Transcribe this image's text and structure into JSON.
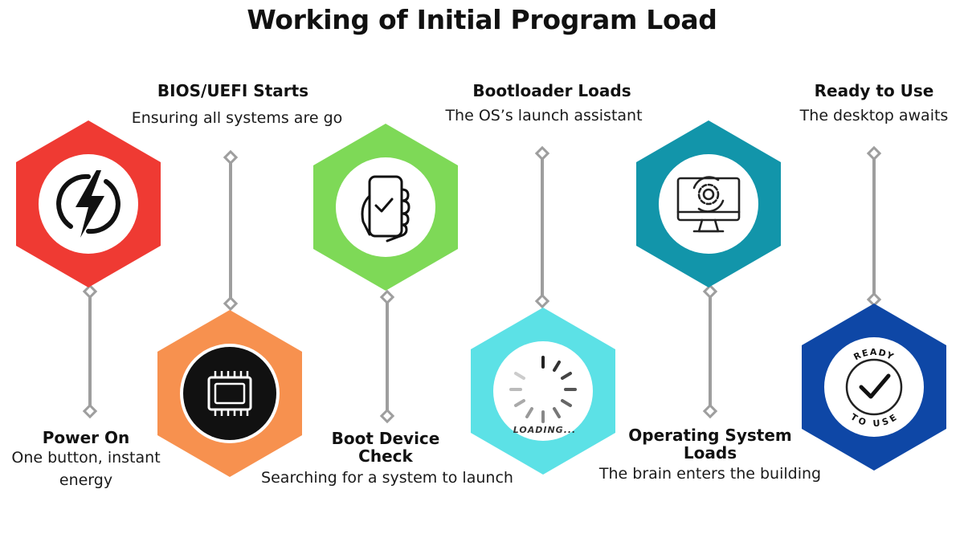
{
  "title": "Working of Initial Program Load",
  "colors": {
    "power_on": "#ef3a33",
    "bios": "#f7914f",
    "boot_device": "#7ed957",
    "bootloader": "#5ce1e6",
    "os_loads": "#1295aa",
    "ready": "#0e47a6",
    "connector": "#9e9e9e"
  },
  "steps": [
    {
      "title": "Power On",
      "description": "One button, instant energy",
      "icon": "power-bolt-icon"
    },
    {
      "title": "BIOS/UEFI Starts",
      "description": "Ensuring all systems are go",
      "icon": "chip-icon"
    },
    {
      "title": "Boot Device Check",
      "description": "Searching for a system to launch",
      "icon": "hand-phone-check-icon"
    },
    {
      "title": "Bootloader Loads",
      "description": "The OS’s launch assistant",
      "icon": "loading-spinner-icon",
      "icon_text": "LOADING..."
    },
    {
      "title": "Operating System Loads",
      "description": "The brain enters the building",
      "icon": "monitor-gear-icon"
    },
    {
      "title": "Ready to Use",
      "description": "The desktop awaits",
      "icon": "ready-check-icon",
      "icon_text_top": "READY",
      "icon_text_bottom": "TO USE"
    }
  ]
}
